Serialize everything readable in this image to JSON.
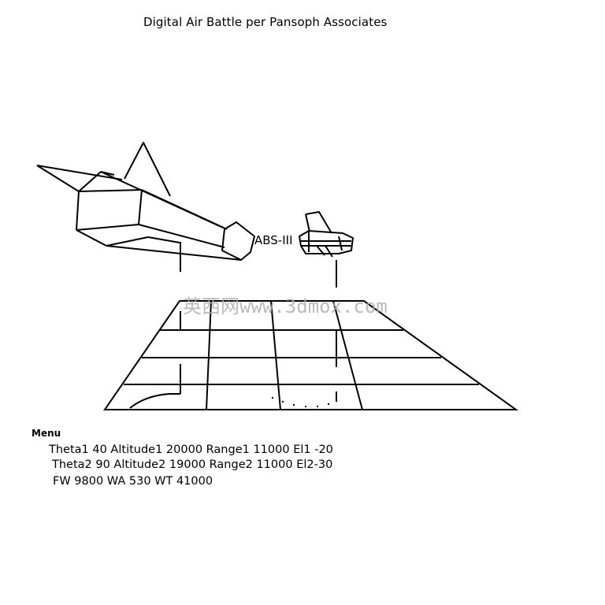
{
  "window": {
    "title": "Digital Air Battle per Pansoph Associates"
  },
  "scene": {
    "aircraft_label": "ABS-III",
    "watermark": "英西网www.3dmox.com"
  },
  "menu": {
    "label": "Menu",
    "line1": "Theta1 40  Altitude1 20000  Range1   11000  El1 -20",
    "line2": "Theta2 90 Altitude2 19000  Range2   11000  El2-30",
    "line3": "FW 9800 WA 530 WT 41000"
  },
  "colors": {
    "ink": "#000000",
    "background": "#ffffff",
    "watermark": "#b0b0b0"
  }
}
